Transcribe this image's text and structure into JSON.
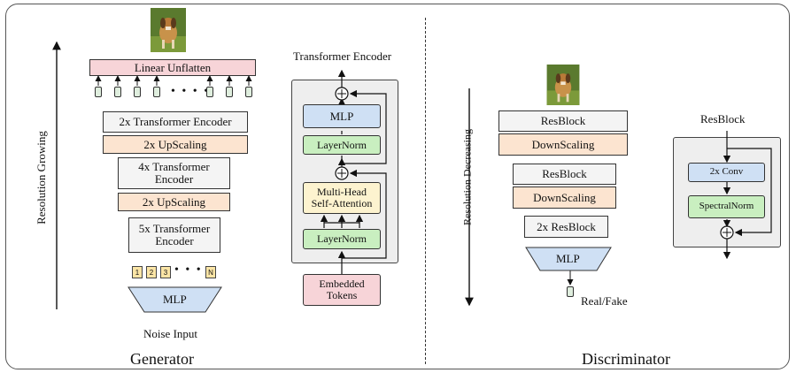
{
  "generator": {
    "title": "Generator",
    "linear_unflatten": "Linear Unflatten",
    "transformer_encoder_2x": "2x Transformer Encoder",
    "upscaling_1": "2x UpScaling",
    "transformer_encoder_4x": "4x Transformer Encoder",
    "upscaling_2": "2x UpScaling",
    "transformer_encoder_5x": "5x Transformer Encoder",
    "mlp": "MLP",
    "noise_input": "Noise Input",
    "axis_label": "Resolution Growing",
    "token_dots": "• • • •",
    "noise_tokens": [
      "1",
      "2",
      "3",
      "N"
    ],
    "noise_dots": "• • •"
  },
  "encoder_detail": {
    "title": "Transformer Encoder",
    "mlp": "MLP",
    "layernorm_top": "LayerNorm",
    "multihead": "Multi-Head Self-Attention",
    "layernorm_bottom": "LayerNorm",
    "embedded_tokens": "Embedded Tokens",
    "plus": "+"
  },
  "discriminator": {
    "title": "Discriminator",
    "axis_label": "Resolution Decreasing",
    "resblock_1": "ResBlock",
    "downscaling_1": "DownScaling",
    "resblock_2": "ResBlock",
    "downscaling_2": "DownScaling",
    "resblock_2x": "2x ResBlock",
    "mlp": "MLP",
    "output": "Real/Fake"
  },
  "resblock_detail": {
    "title": "ResBlock",
    "conv": "2x Conv",
    "spectralnorm": "SpectralNorm",
    "plus": "+"
  }
}
